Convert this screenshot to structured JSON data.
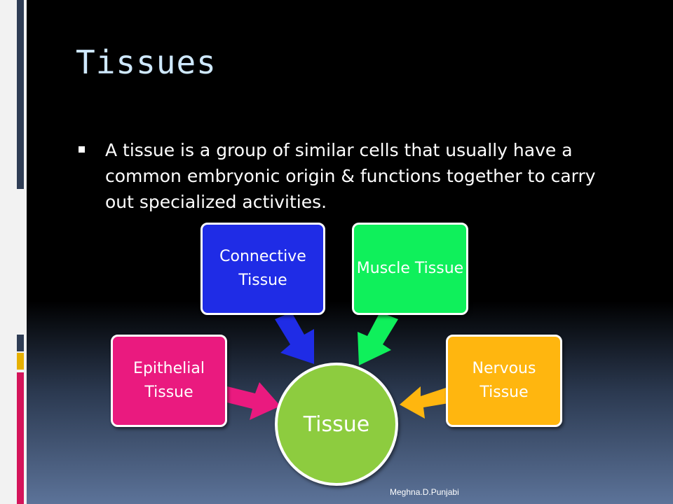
{
  "slide": {
    "title": "Tissues",
    "bullet": "A tissue is a group of similar cells that usually have a common embryonic origin & functions together to carry out specialized activities.",
    "footer": "Meghna.D.Punjabi"
  },
  "diagram": {
    "center": {
      "label": "Tissue",
      "color": "#8dcc3f"
    },
    "nodes": [
      {
        "label": "Epithelial Tissue",
        "color": "#ea1a7f"
      },
      {
        "label": "Connective Tissue",
        "color": "#1f2ce6"
      },
      {
        "label": "Muscle Tissue",
        "color": "#0ff05b"
      },
      {
        "label": "Nervous Tissue",
        "color": "#ffb60f"
      }
    ]
  },
  "colors": {
    "background": "#000000",
    "title": "#cfe9ff",
    "side_bar": "#f2f2f2",
    "accent_strip_dark": "#2f3d55",
    "accent_strip_gold": "#e6b000",
    "accent_strip_pink": "#d4145a"
  }
}
